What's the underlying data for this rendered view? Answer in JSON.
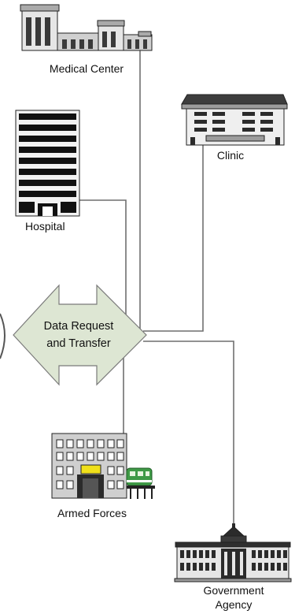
{
  "nodes": {
    "medical_center": {
      "label": "Medical Center"
    },
    "clinic": {
      "label": "Clinic"
    },
    "hospital": {
      "label": "Hospital"
    },
    "hub": {
      "line1": "Data Request",
      "line2": "and Transfer"
    },
    "armed_forces": {
      "label": "Armed Forces"
    },
    "government_agency": {
      "line1": "Government",
      "line2": "Agency"
    }
  },
  "colors": {
    "connector": "#6f6f6f",
    "hub_fill": "#dde6d3",
    "building_gray": "#cfcfcf",
    "train_green": "#3f9a46",
    "door_yellow": "#f0e01a"
  }
}
